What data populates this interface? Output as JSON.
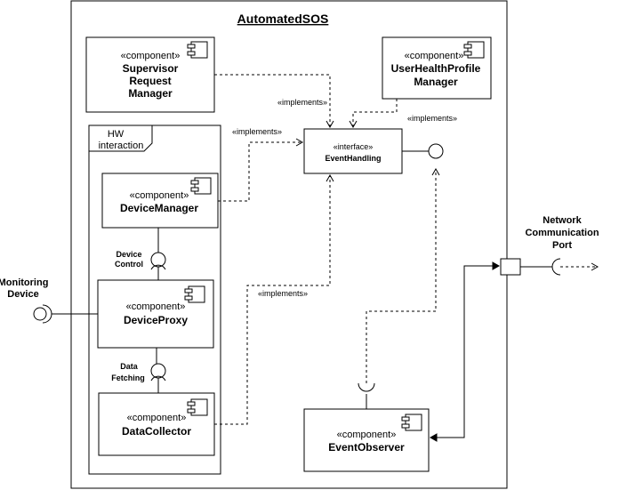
{
  "diagram": {
    "title": "AutomatedSOS",
    "hw_frame": {
      "line1": "HW",
      "line2": "interaction"
    },
    "stereotype_component": "«component»",
    "components": {
      "supervisor": {
        "stereotype": "«component»",
        "name_lines": [
          "Supervisor",
          "Request",
          "Manager"
        ]
      },
      "user_health": {
        "stereotype": "«component»",
        "name_lines": [
          "UserHealthProfile",
          "Manager"
        ]
      },
      "device_manager": {
        "stereotype": "«component»",
        "name": "DeviceManager"
      },
      "device_proxy": {
        "stereotype": "«component»",
        "name": "DeviceProxy"
      },
      "data_collector": {
        "stereotype": "«component»",
        "name": "DataCollector"
      },
      "event_observer": {
        "stereotype": "«component»",
        "name": "EventObserver"
      }
    },
    "interface": {
      "stereotype": "«interface»",
      "name": "EventHandling"
    },
    "implements_labels": [
      "«implements»",
      "«implements»",
      "«implements»",
      "«implements»"
    ],
    "ports": {
      "device_control": [
        "Device",
        "Control"
      ],
      "data_fetching": [
        "Data",
        "Fetching"
      ]
    },
    "external": {
      "monitoring_device": [
        "Monitoring",
        "Device"
      ],
      "network_port": [
        "Network",
        "Communication",
        "Port"
      ]
    }
  }
}
